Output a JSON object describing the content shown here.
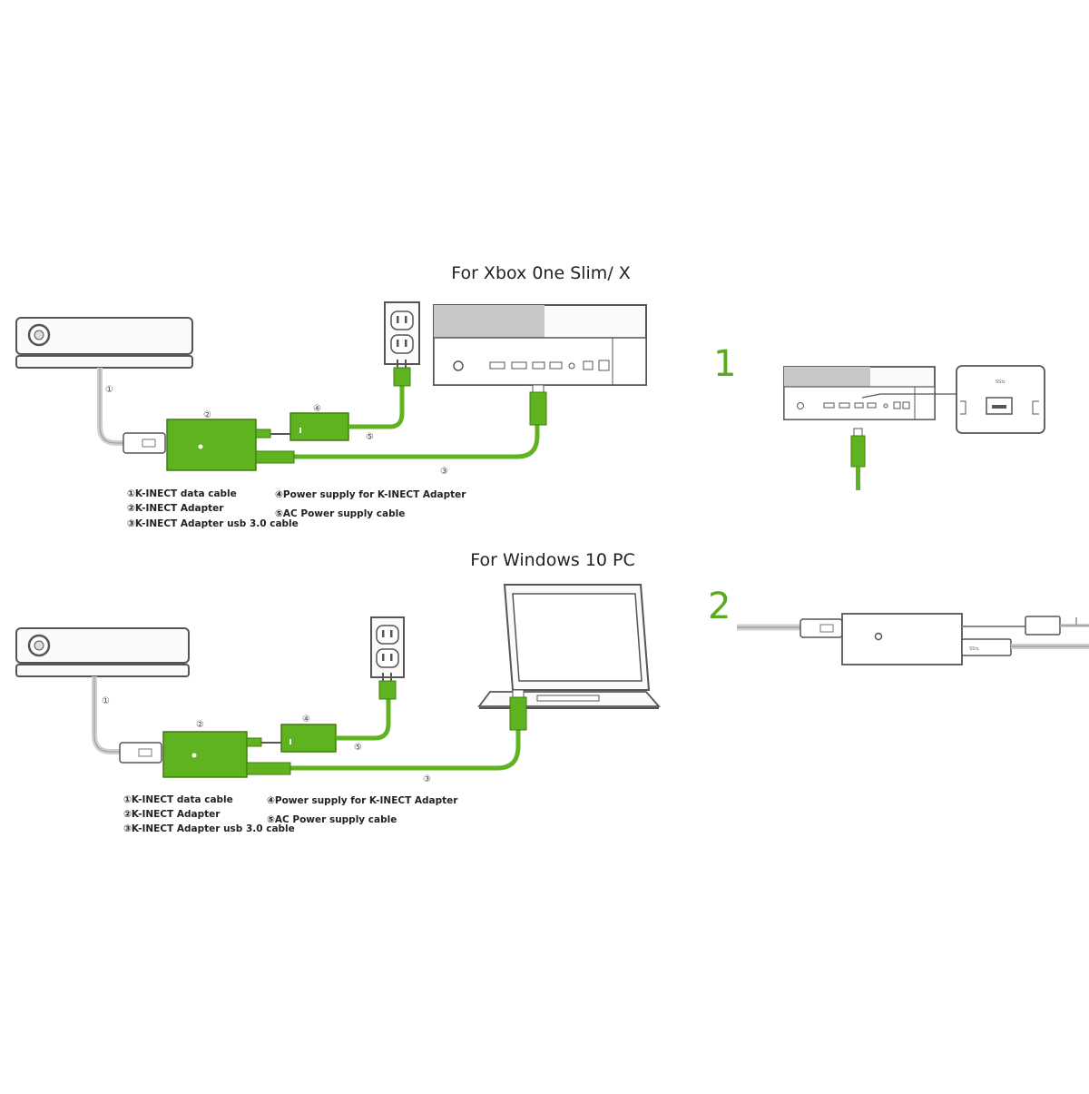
{
  "colors": {
    "accent_green": "#5fb31f",
    "dark_green": "#3f7d12",
    "step_green": "#5aaa1e",
    "outline": "#555555",
    "cable_gray": "#cfcfcf"
  },
  "sections": [
    {
      "title": "For Xbox 0ne Slim/ X",
      "step": "1",
      "legend": {
        "left": [
          "①K-INECT data cable",
          "②K-INECT  Adapter",
          "③K-INECT Adapter usb 3.0 cable"
        ],
        "right": [
          "④Power supply for K-INECT Adapter",
          "⑤AC Power supply cable"
        ]
      }
    },
    {
      "title": "For Windows 10 PC",
      "step": "2",
      "legend": {
        "left": [
          "①K-INECT data cable",
          "②K-INECT  Adapter",
          "③K-INECT Adapter usb 3.0 cable"
        ],
        "right": [
          "④Power supply for K-INECT Adapter",
          "⑤AC Power supply cable"
        ]
      }
    }
  ],
  "callouts": [
    "①",
    "②",
    "③",
    "④",
    "⑤"
  ],
  "icons": [
    "kinect-sensor-icon",
    "wall-outlet-icon",
    "xbox-console-icon",
    "laptop-icon",
    "usb-plug-icon",
    "power-plug-icon"
  ]
}
